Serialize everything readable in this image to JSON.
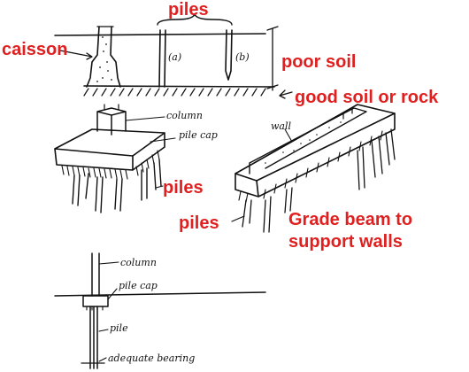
{
  "labels": {
    "piles_top": "piles",
    "caisson": "caisson",
    "poor_soil": "poor soil",
    "good_soil": "good soil or rock",
    "piles_mid": "piles",
    "piles_low": "piles",
    "grade_beam_line1": "Grade beam to",
    "grade_beam_line2": "support walls"
  },
  "sketch_labels": {
    "pile_a": "(a)",
    "pile_b": "(b)",
    "column_top": "column",
    "pile_cap_top": "pile cap",
    "wall": "wall",
    "column_bottom": "column",
    "pile_cap_bottom": "pile cap",
    "pile": "pile",
    "adequate_bearing": "adequate bearing"
  },
  "colors": {
    "label_red": "#e02020",
    "ink": "#111111"
  }
}
